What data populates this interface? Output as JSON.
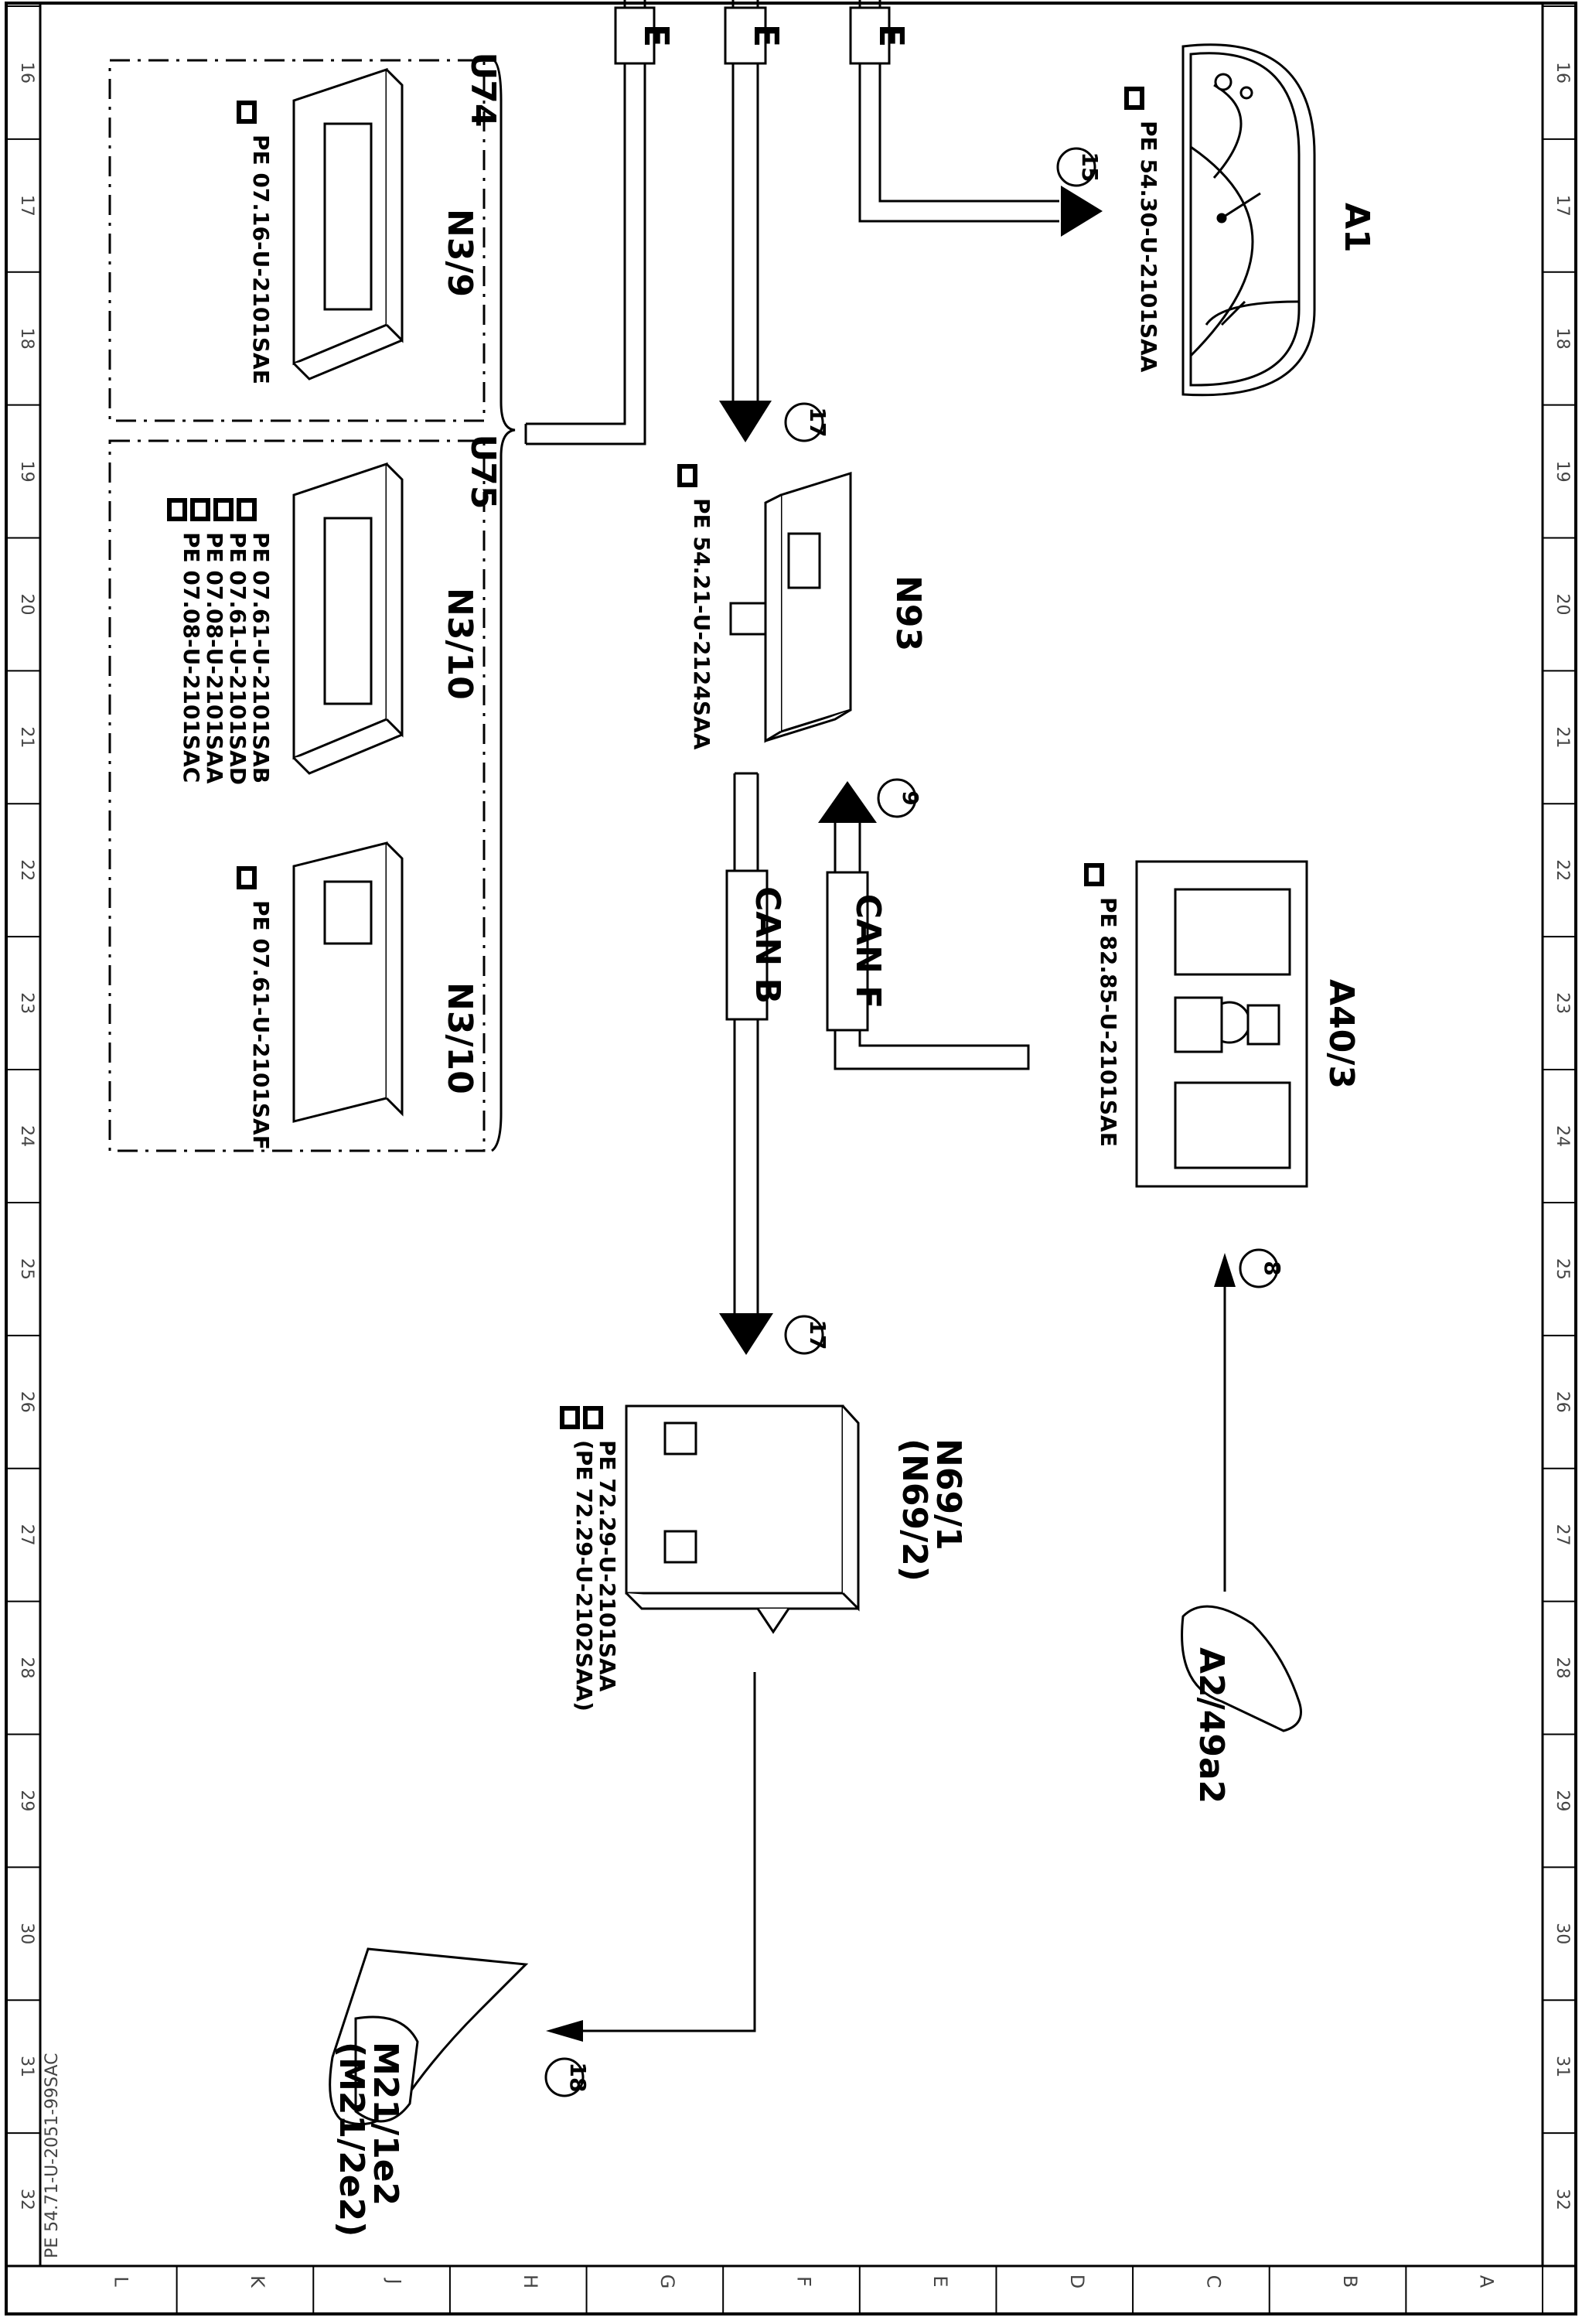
{
  "document": {
    "doc_code": "PE 54.71-U-2051-99SAC"
  },
  "grid": {
    "column_numbers": [
      "16",
      "17",
      "18",
      "19",
      "20",
      "21",
      "22",
      "23",
      "24",
      "25",
      "26",
      "27",
      "28",
      "29",
      "30",
      "31",
      "32"
    ],
    "row_letters": [
      "A",
      "B",
      "C",
      "D",
      "E",
      "F",
      "G",
      "H",
      "J",
      "K",
      "L"
    ]
  },
  "bus_labels": {
    "ethernet_1": "E",
    "ethernet_2": "E",
    "ethernet_3": "E",
    "can_b": "CAN B",
    "can_f": "CAN F"
  },
  "circled_refs": {
    "r15": "15",
    "r17a": "17",
    "r9": "9",
    "r8": "8",
    "r17b": "17",
    "r18": "18"
  },
  "groups": {
    "u74": "U74",
    "u75": "U75"
  },
  "components": {
    "a1": {
      "name": "A1",
      "refs": [
        "PE 54.30-U-2101SAA"
      ]
    },
    "n93": {
      "name": "N93",
      "refs": [
        "PE 54.21-U-2124SAA"
      ]
    },
    "a40_3": {
      "name": "A40/3",
      "refs": [
        "PE 82.85-U-2101SAE"
      ]
    },
    "n69_1": {
      "name": "N69/1",
      "alt": "(N69/2)",
      "refs": [
        "PE 72.29-U-2101SAA",
        "(PE 72.29-U-2102SAA)"
      ]
    },
    "a2_49a2": {
      "name": "A2/49a2"
    },
    "m21_1e2": {
      "name": "M21/1e2",
      "alt": "(M21/2e2)"
    },
    "n3_9": {
      "name": "N3/9",
      "refs": [
        "PE 07.16-U-2101SAE"
      ]
    },
    "n3_10a": {
      "name": "N3/10",
      "refs": [
        "PE 07.61-U-2101SAB",
        "PE 07.61-U-2101SAD",
        "PE 07.08-U-2101SAA",
        "PE 07.08-U-2101SAC"
      ]
    },
    "n3_10b": {
      "name": "N3/10",
      "refs": [
        "PE 07.61-U-2101SAF"
      ]
    }
  }
}
